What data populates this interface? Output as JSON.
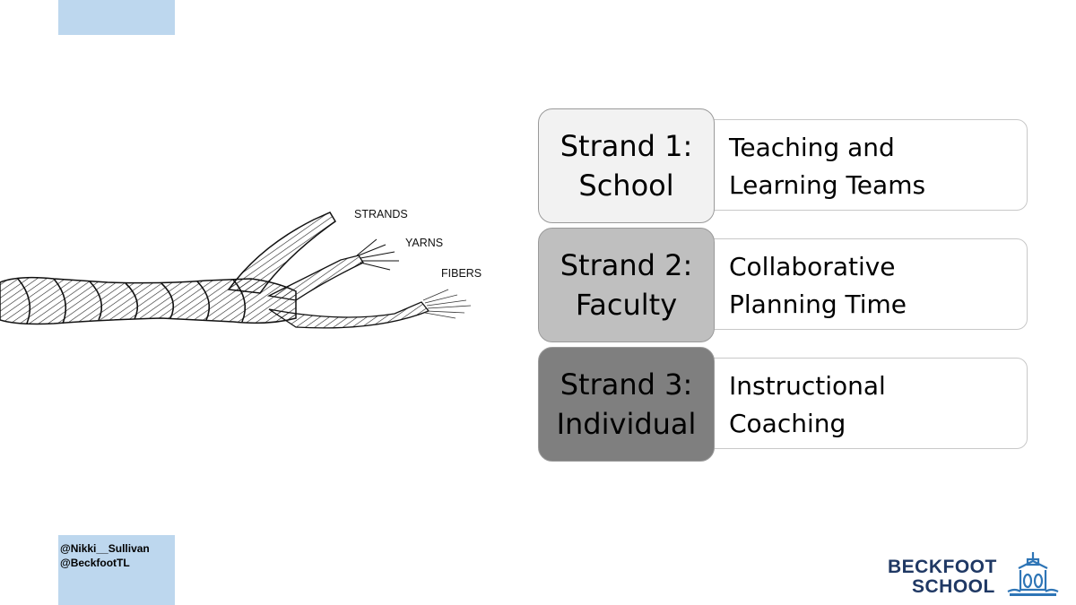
{
  "rope": {
    "labels": {
      "strands": "STRANDS",
      "yarns": "YARNS",
      "fibers": "FIBERS"
    }
  },
  "strands": [
    {
      "title_line1": "Strand 1:",
      "title_line2": "School",
      "item_line1": "Teaching and",
      "item_line2": "Learning Teams",
      "color": "#f2f2f2"
    },
    {
      "title_line1": "Strand 2:",
      "title_line2": "Faculty",
      "item_line1": "Collaborative",
      "item_line2": "Planning Time",
      "color": "#bfbfbf"
    },
    {
      "title_line1": "Strand 3:",
      "title_line2": "Individual",
      "item_line1": "Instructional",
      "item_line2": "Coaching",
      "color": "#7f7f7f"
    }
  ],
  "footer": {
    "handle1": "@Nikki__Sullivan",
    "handle2": "@BeckfootTL"
  },
  "logo": {
    "line1": "BECKFOOT",
    "line2": "SCHOOL",
    "color": "#1f3864",
    "accent": "#2e75b6"
  },
  "accent_colors": {
    "panel_blue": "#bdd7ee"
  }
}
